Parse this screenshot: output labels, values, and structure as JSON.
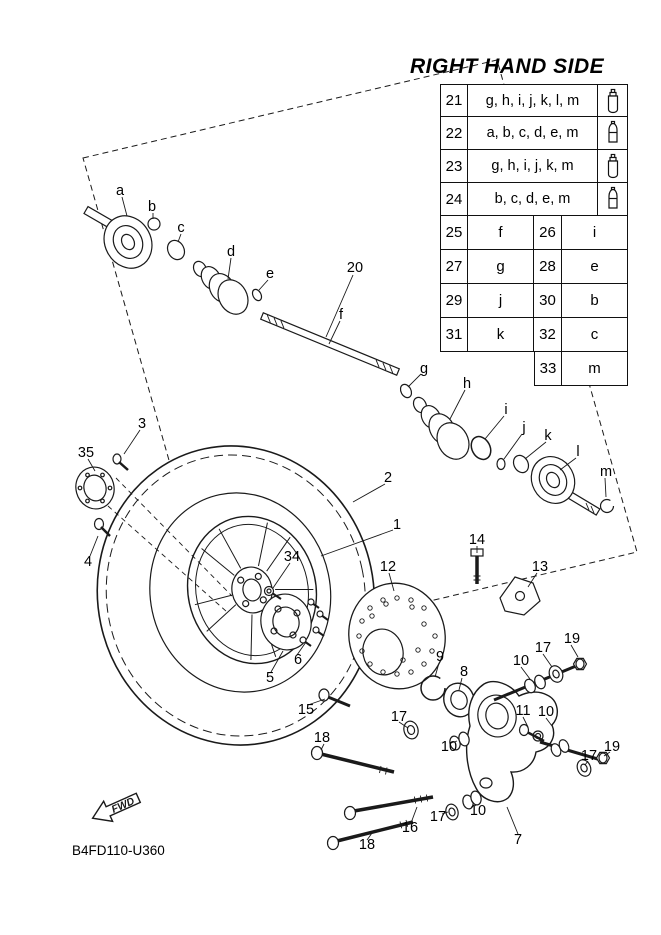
{
  "title": "RIGHT HAND SIDE",
  "part_code": "B4FD110-U360",
  "fwd": {
    "label": "FWD"
  },
  "legend": {
    "grease_rows": [
      {
        "num": "21",
        "letters": "g, h, i, j, k, l, m",
        "icon": "grease-tube-icon"
      },
      {
        "num": "22",
        "letters": "a, b, c, d, e, m",
        "icon": "grease-cartridge-icon"
      },
      {
        "num": "23",
        "letters": "g, h, i, j, k, m",
        "icon": "grease-tube-icon"
      },
      {
        "num": "24",
        "letters": "b, c, d, e, m",
        "icon": "grease-cartridge-icon"
      }
    ],
    "ref_rows": [
      {
        "l_num": "25",
        "l_val": "f",
        "r_num": "26",
        "r_val": "i"
      },
      {
        "l_num": "27",
        "l_val": "g",
        "r_num": "28",
        "r_val": "e"
      },
      {
        "l_num": "29",
        "l_val": "j",
        "r_num": "30",
        "r_val": "b"
      },
      {
        "l_num": "31",
        "l_val": "k",
        "r_num": "32",
        "r_val": "c"
      },
      {
        "l_num": "",
        "l_val": "",
        "r_num": "33",
        "r_val": "m"
      }
    ]
  },
  "callouts": [
    {
      "text": "a"
    },
    {
      "text": "b"
    },
    {
      "text": "c"
    },
    {
      "text": "d"
    },
    {
      "text": "e"
    },
    {
      "text": "f"
    },
    {
      "text": "20"
    },
    {
      "text": "g"
    },
    {
      "text": "h"
    },
    {
      "text": "i"
    },
    {
      "text": "j"
    },
    {
      "text": "k"
    },
    {
      "text": "l"
    },
    {
      "text": "m"
    },
    {
      "text": "35"
    },
    {
      "text": "3"
    },
    {
      "text": "4"
    },
    {
      "text": "2"
    },
    {
      "text": "1"
    },
    {
      "text": "34"
    },
    {
      "text": "5"
    },
    {
      "text": "6"
    },
    {
      "text": "12"
    },
    {
      "text": "15"
    },
    {
      "text": "9"
    },
    {
      "text": "8"
    },
    {
      "text": "14"
    },
    {
      "text": "13"
    },
    {
      "text": "10"
    },
    {
      "text": "17"
    },
    {
      "text": "19"
    },
    {
      "text": "10"
    },
    {
      "text": "11"
    },
    {
      "text": "17"
    },
    {
      "text": "10"
    },
    {
      "text": "19"
    },
    {
      "text": "17"
    },
    {
      "text": "10"
    },
    {
      "text": "17"
    },
    {
      "text": "18"
    },
    {
      "text": "16"
    },
    {
      "text": "18"
    },
    {
      "text": "7"
    }
  ]
}
